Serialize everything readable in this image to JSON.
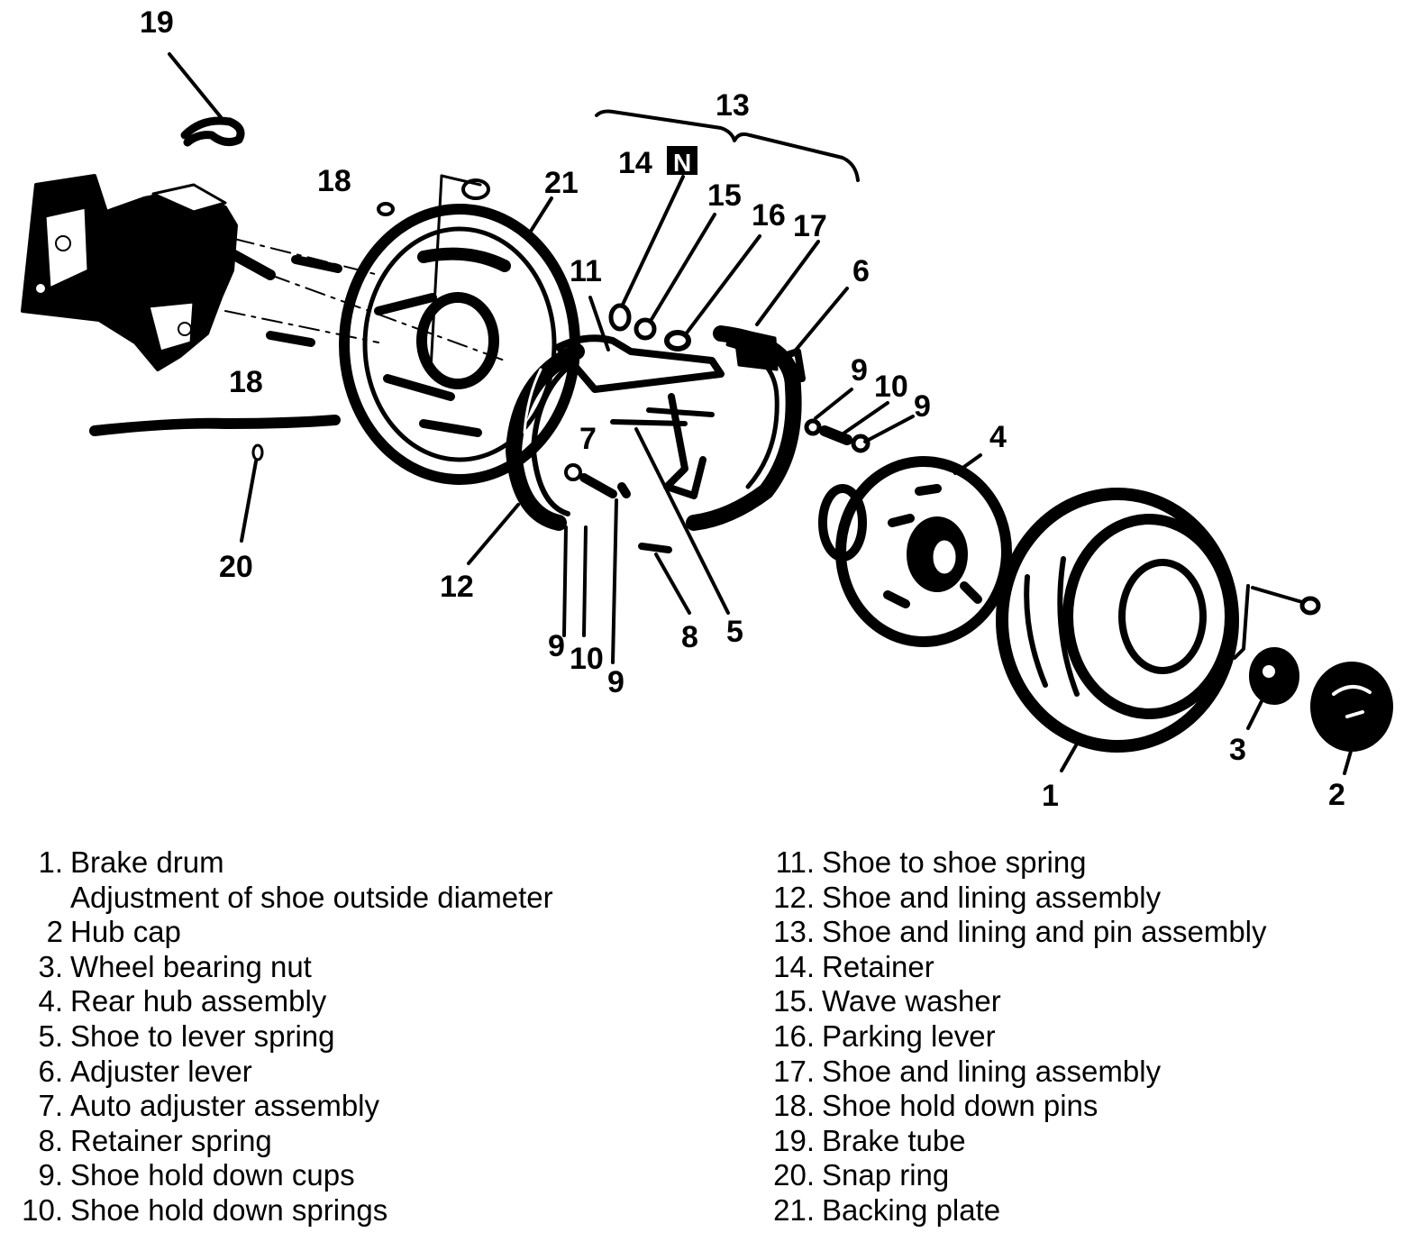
{
  "callouts": [
    "19",
    "18",
    "18",
    "20",
    "21",
    "13",
    "14",
    "N",
    "15",
    "16",
    "17",
    "11",
    "6",
    "7",
    "12",
    "9",
    "10",
    "9",
    "8",
    "5",
    "9",
    "10",
    "9",
    "4",
    "1",
    "3",
    "2"
  ],
  "legend_left": [
    {
      "num": "1.",
      "text": "Brake drum"
    },
    {
      "num": "",
      "text": "Adjustment of shoe outside diameter"
    },
    {
      "num": "2",
      "text": "Hub cap"
    },
    {
      "num": "3.",
      "text": "Wheel bearing nut"
    },
    {
      "num": "4.",
      "text": "Rear hub assembly"
    },
    {
      "num": "5.",
      "text": "Shoe to lever spring"
    },
    {
      "num": "6.",
      "text": "Adjuster lever"
    },
    {
      "num": "7.",
      "text": "Auto adjuster assembly"
    },
    {
      "num": "8.",
      "text": "Retainer spring"
    },
    {
      "num": "9.",
      "text": "Shoe hold down cups"
    },
    {
      "num": "10.",
      "text": "Shoe hold down springs"
    }
  ],
  "legend_right": [
    {
      "num": "11.",
      "text": "Shoe to shoe spring"
    },
    {
      "num": "12.",
      "text": "Shoe and lining assembly"
    },
    {
      "num": "13.",
      "text": "Shoe and lining and pin assembly"
    },
    {
      "num": "14.",
      "text": "Retainer"
    },
    {
      "num": "15.",
      "text": "Wave washer"
    },
    {
      "num": "16.",
      "text": "Parking lever"
    },
    {
      "num": "17.",
      "text": "Shoe and lining assembly"
    },
    {
      "num": "18.",
      "text": "Shoe hold down pins"
    },
    {
      "num": "19.",
      "text": "Brake tube"
    },
    {
      "num": "20.",
      "text": "Snap ring"
    },
    {
      "num": "21.",
      "text": "Backing plate"
    }
  ]
}
